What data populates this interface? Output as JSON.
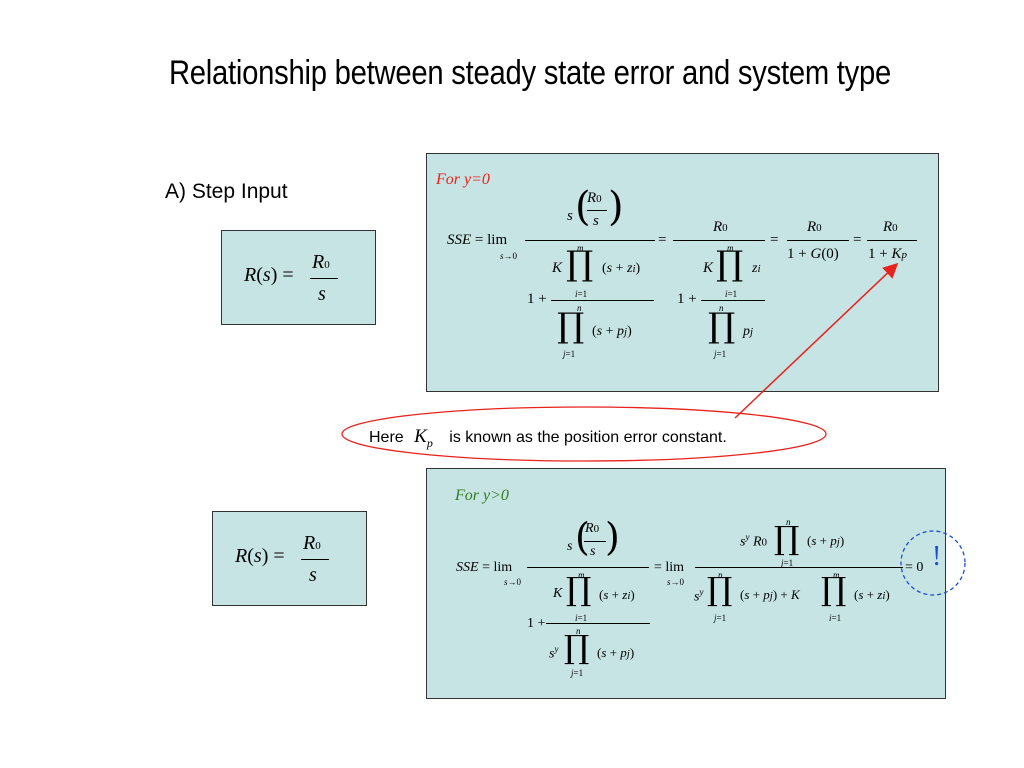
{
  "slide": {
    "title": "Relationship between steady state error and system type",
    "section": "A)  Step Input"
  },
  "boxes": {
    "top_label": "For y=0",
    "bottom_label": "For y>0"
  },
  "note": {
    "prefix": "Here",
    "symbol": "K",
    "symbol_sub": "p",
    "suffix": "is known as the position error constant."
  },
  "exclaim": "!",
  "colors": {
    "box_fill": "#c7e4e4",
    "label_red": "#e8221c",
    "label_green": "#2e7d1e",
    "ellipse": "#e8221c",
    "arrow": "#e8221c",
    "circle_blue": "#1a4fd6"
  }
}
